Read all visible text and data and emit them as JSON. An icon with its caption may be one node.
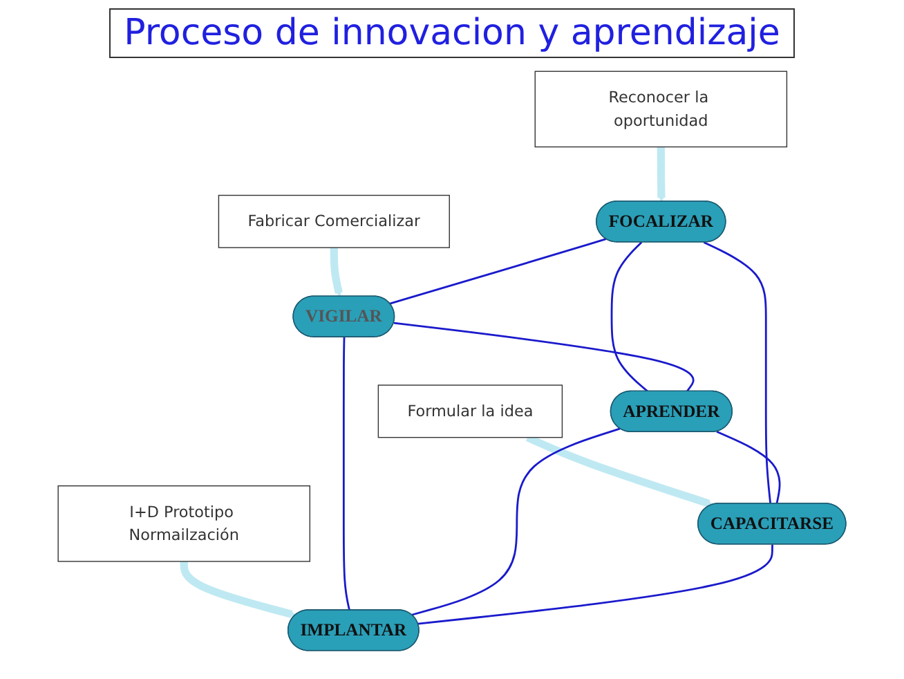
{
  "diagram": {
    "title": "Proceso de innovacion y aprendizaje",
    "nodes": [
      {
        "text": [
          "Reconocer la oportunidad"
        ]
      },
      {
        "text": [
          "FOCALIZAR"
        ]
      },
      {
        "text": [
          "Formular la idea"
        ]
      },
      {
        "text": [
          "VIGILAR"
        ]
      },
      {
        "text": [
          "APRENDER"
        ]
      },
      {
        "text": [
          "CAPACITARSE"
        ]
      },
      {
        "text": [
          "Fabricar Comercializar"
        ]
      },
      {
        "text": [
          "IMPLANTAR"
        ]
      },
      {
        "text": [
          "I+D Prototipo Normailzación"
        ]
      }
    ],
    "edges": [
      {
        "from": 0,
        "to": 1,
        "arrow": "to",
        "style": "thick",
        "color": "#bfe9f2"
      },
      {
        "from": 2,
        "to": 5,
        "arrow": "to",
        "style": "thick",
        "color": "#bfe9f2"
      },
      {
        "from": 6,
        "to": 3,
        "arrow": "to",
        "style": "thick",
        "color": "#bfe9f2"
      },
      {
        "from": 8,
        "to": 7,
        "arrow": "to",
        "style": "thick",
        "color": "#bfe9f2"
      },
      {
        "from": 1,
        "to": 3,
        "arrow": "none"
      },
      {
        "from": 1,
        "to": 4,
        "arrow": "none"
      },
      {
        "from": 1,
        "to": 5,
        "arrow": "none"
      },
      {
        "from": 3,
        "to": 4,
        "arrow": "none"
      },
      {
        "from": 4,
        "to": 5,
        "arrow": "none"
      },
      {
        "from": 3,
        "to": 7,
        "arrow": "none"
      },
      {
        "from": 4,
        "to": 7,
        "arrow": "none"
      },
      {
        "from": 5,
        "to": 7,
        "arrow": "none"
      }
    ]
  }
}
